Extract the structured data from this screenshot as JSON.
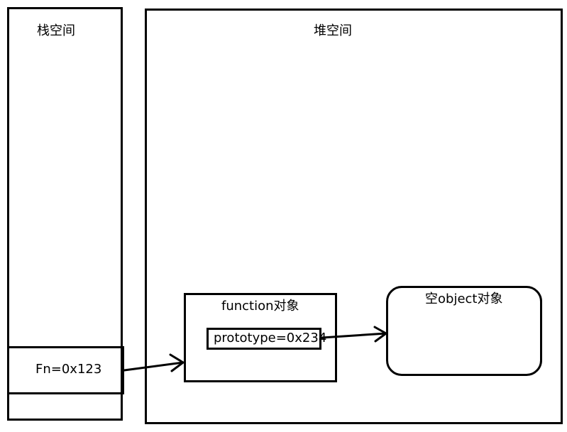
{
  "stack": {
    "title": "栈空间",
    "cell": "Fn=0x123"
  },
  "heap": {
    "title": "堆空间",
    "function_object": {
      "title": "function对象",
      "prototype_cell": "prototype=0x234"
    },
    "empty_object": {
      "title": "空object对象"
    }
  },
  "colors": {
    "stroke": "#000000",
    "background": "#ffffff"
  }
}
